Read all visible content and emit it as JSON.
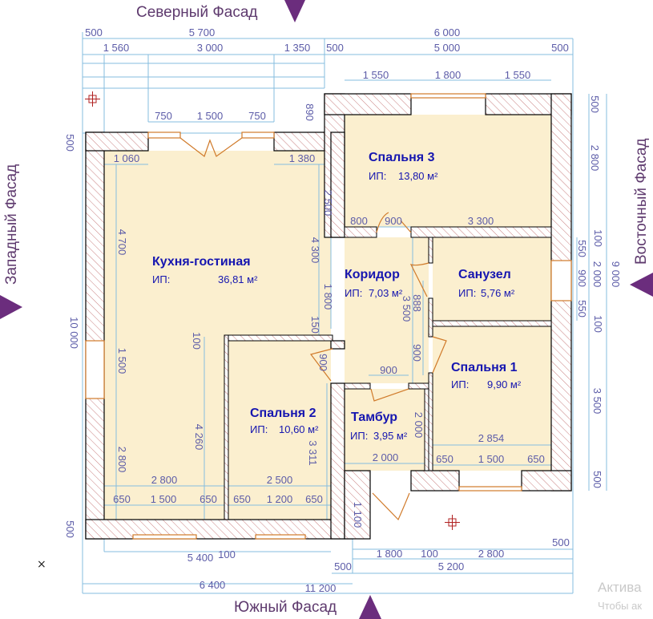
{
  "facades": {
    "north": "Северный Фасад",
    "west": "Западный Фасад",
    "east": "Восточный Фасад",
    "south": "Южный Фасад"
  },
  "area_prefix": "ИП:",
  "rooms": [
    {
      "name": "Спальня 3",
      "area": "13,80 м²"
    },
    {
      "name": "Кухня-гостиная",
      "area": "36,81 м²"
    },
    {
      "name": "Коридор",
      "area": "7,03 м²"
    },
    {
      "name": "Санузел",
      "area": "5,76 м²"
    },
    {
      "name": "Спальня 1",
      "area": "9,90 м²"
    },
    {
      "name": "Спальня 2",
      "area": "10,60 м²"
    },
    {
      "name": "Тамбур",
      "area": "3,95 м²"
    }
  ],
  "dims": [
    "500",
    "5 700",
    "6 000",
    "1 560",
    "3 000",
    "1 350",
    "500",
    "5 000",
    "500",
    "1 550",
    "1 800",
    "1 550",
    "750",
    "1 500",
    "750",
    "890",
    "1 060",
    "1 380",
    "500",
    "4 700",
    "4 300",
    "2 500",
    "1 800",
    "150",
    "900",
    "100",
    "1 500",
    "10 000",
    "4 260",
    "3 311",
    "2 800",
    "800",
    "900",
    "3 300",
    "3 500",
    "888",
    "900",
    "900",
    "2 000",
    "2 854",
    "650",
    "1 500",
    "650",
    "2 000",
    "2 800",
    "2 500",
    "650",
    "1 500",
    "650",
    "650",
    "1 200",
    "650",
    "500",
    "1 100",
    "500",
    "5 400",
    "100",
    "1 800",
    "100",
    "2 800",
    "500",
    "5 200",
    "6 400",
    "11 200",
    "500",
    "2 800",
    "100",
    "550",
    "2 000",
    "900",
    "550",
    "100",
    "9 000",
    "3 500",
    "500"
  ],
  "watermark": {
    "line1": "Актива",
    "line2": "Чтобы ак"
  },
  "close_mark": "×",
  "colors": {
    "floor": "#fbefcf",
    "dimension": "#86bcdf",
    "dim_text": "#5c5ca8",
    "room_text": "#1616b0",
    "facade": "#5e3a6e",
    "marker": "#6b2d7d",
    "door": "#d07a2a"
  }
}
